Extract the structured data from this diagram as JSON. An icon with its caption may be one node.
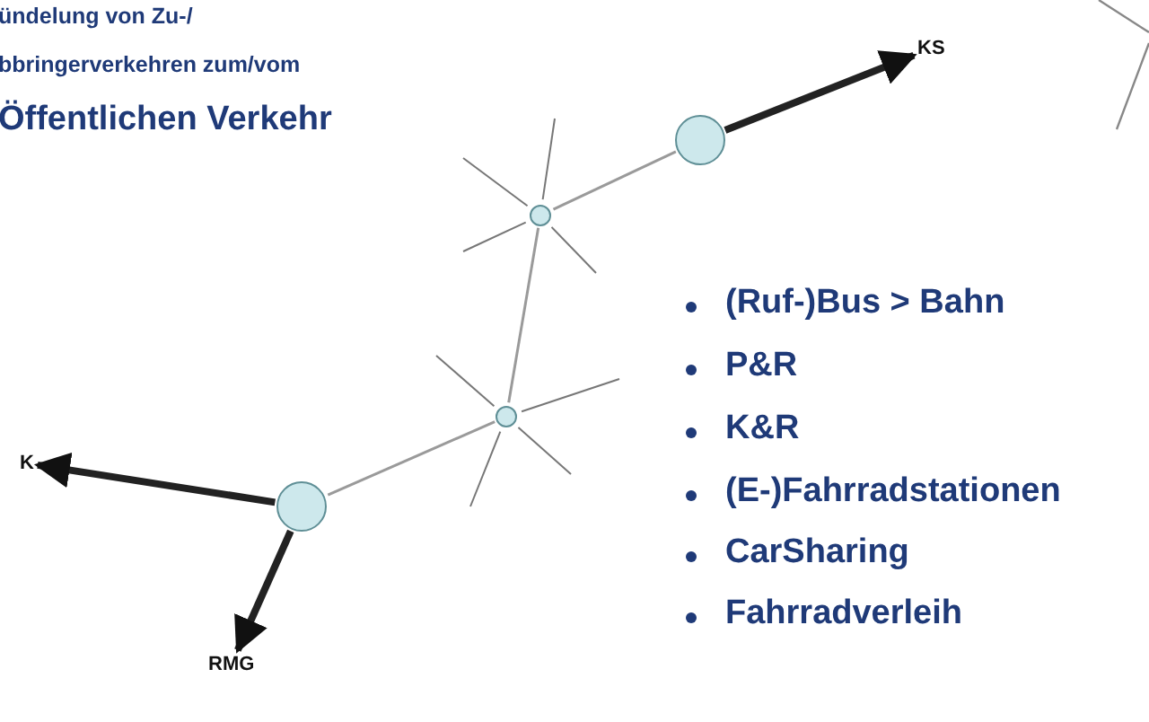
{
  "diagram": {
    "nodes": [
      {
        "text": [],
        "shape": "circle"
      },
      {
        "text": [],
        "shape": "circle"
      },
      {
        "text": [],
        "shape": "circle"
      },
      {
        "text": [],
        "shape": "circle"
      },
      {
        "text": [
          "KS"
        ]
      },
      {
        "text": [
          "K"
        ]
      },
      {
        "text": [
          "RMG"
        ]
      }
    ],
    "edges": [
      {
        "from": 0,
        "to": 4,
        "arrow": "to",
        "style": "thick"
      },
      {
        "from": 0,
        "to": 1,
        "arrow": "none",
        "color": "#9a9a9a"
      },
      {
        "from": 1,
        "to": 2,
        "arrow": "none",
        "color": "#9a9a9a"
      },
      {
        "from": 2,
        "to": 3,
        "arrow": "none",
        "color": "#9a9a9a"
      },
      {
        "from": 3,
        "to": 5,
        "arrow": "to",
        "style": "thick"
      },
      {
        "from": 3,
        "to": 6,
        "arrow": "to",
        "style": "thick"
      }
    ],
    "labels": [
      "ündelung von Zu-/",
      "bbringerverkehren zum/vom",
      "Öffentlichen Verkehr",
      "(Ruf-)Bus > Bahn",
      "P&R",
      "K&R",
      "(E-)Fahrradstationen",
      "CarSharing",
      "Fahrradverleih"
    ]
  }
}
